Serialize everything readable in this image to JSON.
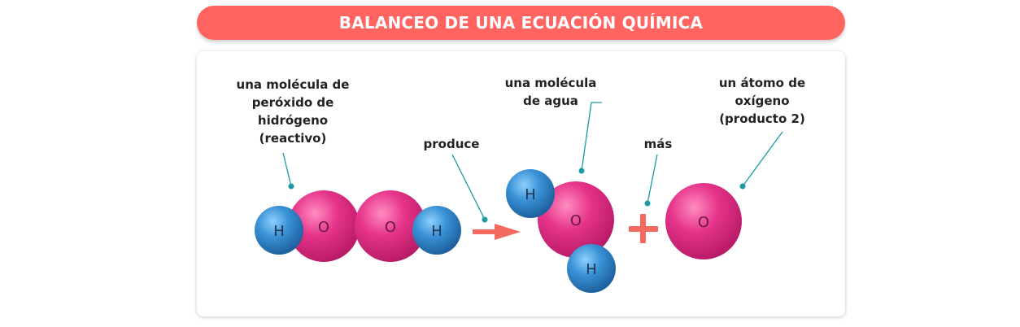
{
  "title": "BALANCEO DE UNA ECUACIÓN QUÍMICA",
  "labels": {
    "reactant": [
      "una molécula de",
      "peróxido de",
      "hidrógeno",
      "(reactivo)"
    ],
    "produces": "produce",
    "water": [
      "una molécula",
      "de agua"
    ],
    "plus": "más",
    "oxygen": [
      "un átomo de",
      "oxígeno",
      "(producto 2)"
    ]
  },
  "atoms": {
    "hydrogen": "H",
    "oxygen": "O"
  },
  "colors": {
    "title_bg": "#ff6461",
    "oxygen": "#e0307f",
    "hydrogen": "#2f86c8",
    "arrow": "#f26a60",
    "leader": "#1b9aa6"
  }
}
